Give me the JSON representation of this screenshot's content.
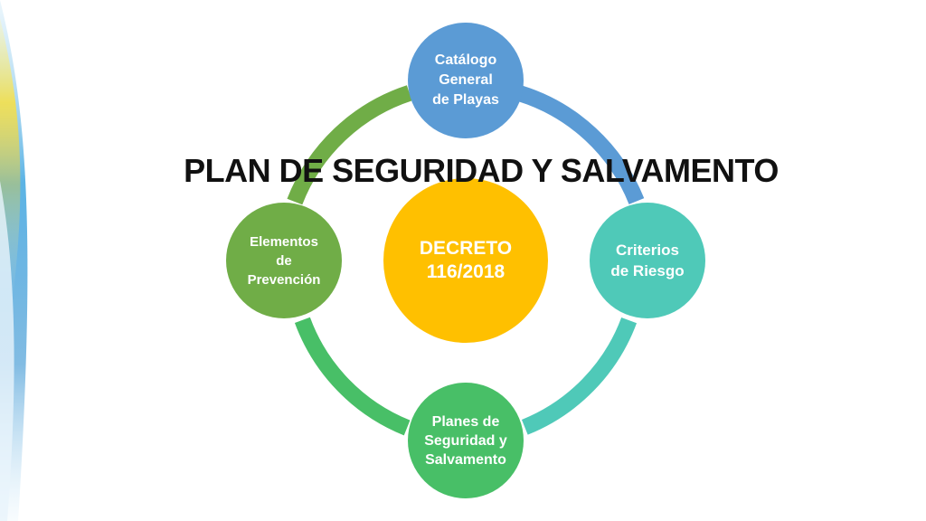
{
  "title": "PLAN DE SEGURIDAD Y SALVAMENTO",
  "center": {
    "label": "DECRETO\n116/2018",
    "color": "#ffc000"
  },
  "nodes": {
    "top": {
      "label": "Catálogo\nGeneral\nde Playas",
      "color": "#5b9bd5"
    },
    "right": {
      "label": "Criterios\nde Riesgo",
      "color": "#4fc9b8"
    },
    "bottom": {
      "label": "Planes de\nSeguridad y\nSalvamento",
      "color": "#48bf67"
    },
    "left": {
      "label": "Elementos\nde\nPrevención",
      "color": "#70ad47"
    }
  },
  "ring_colors": {
    "top_right": "#5b9bd5",
    "bottom_right": "#4fc9b8",
    "bottom_left": "#48bf67",
    "top_left": "#70ad47"
  }
}
